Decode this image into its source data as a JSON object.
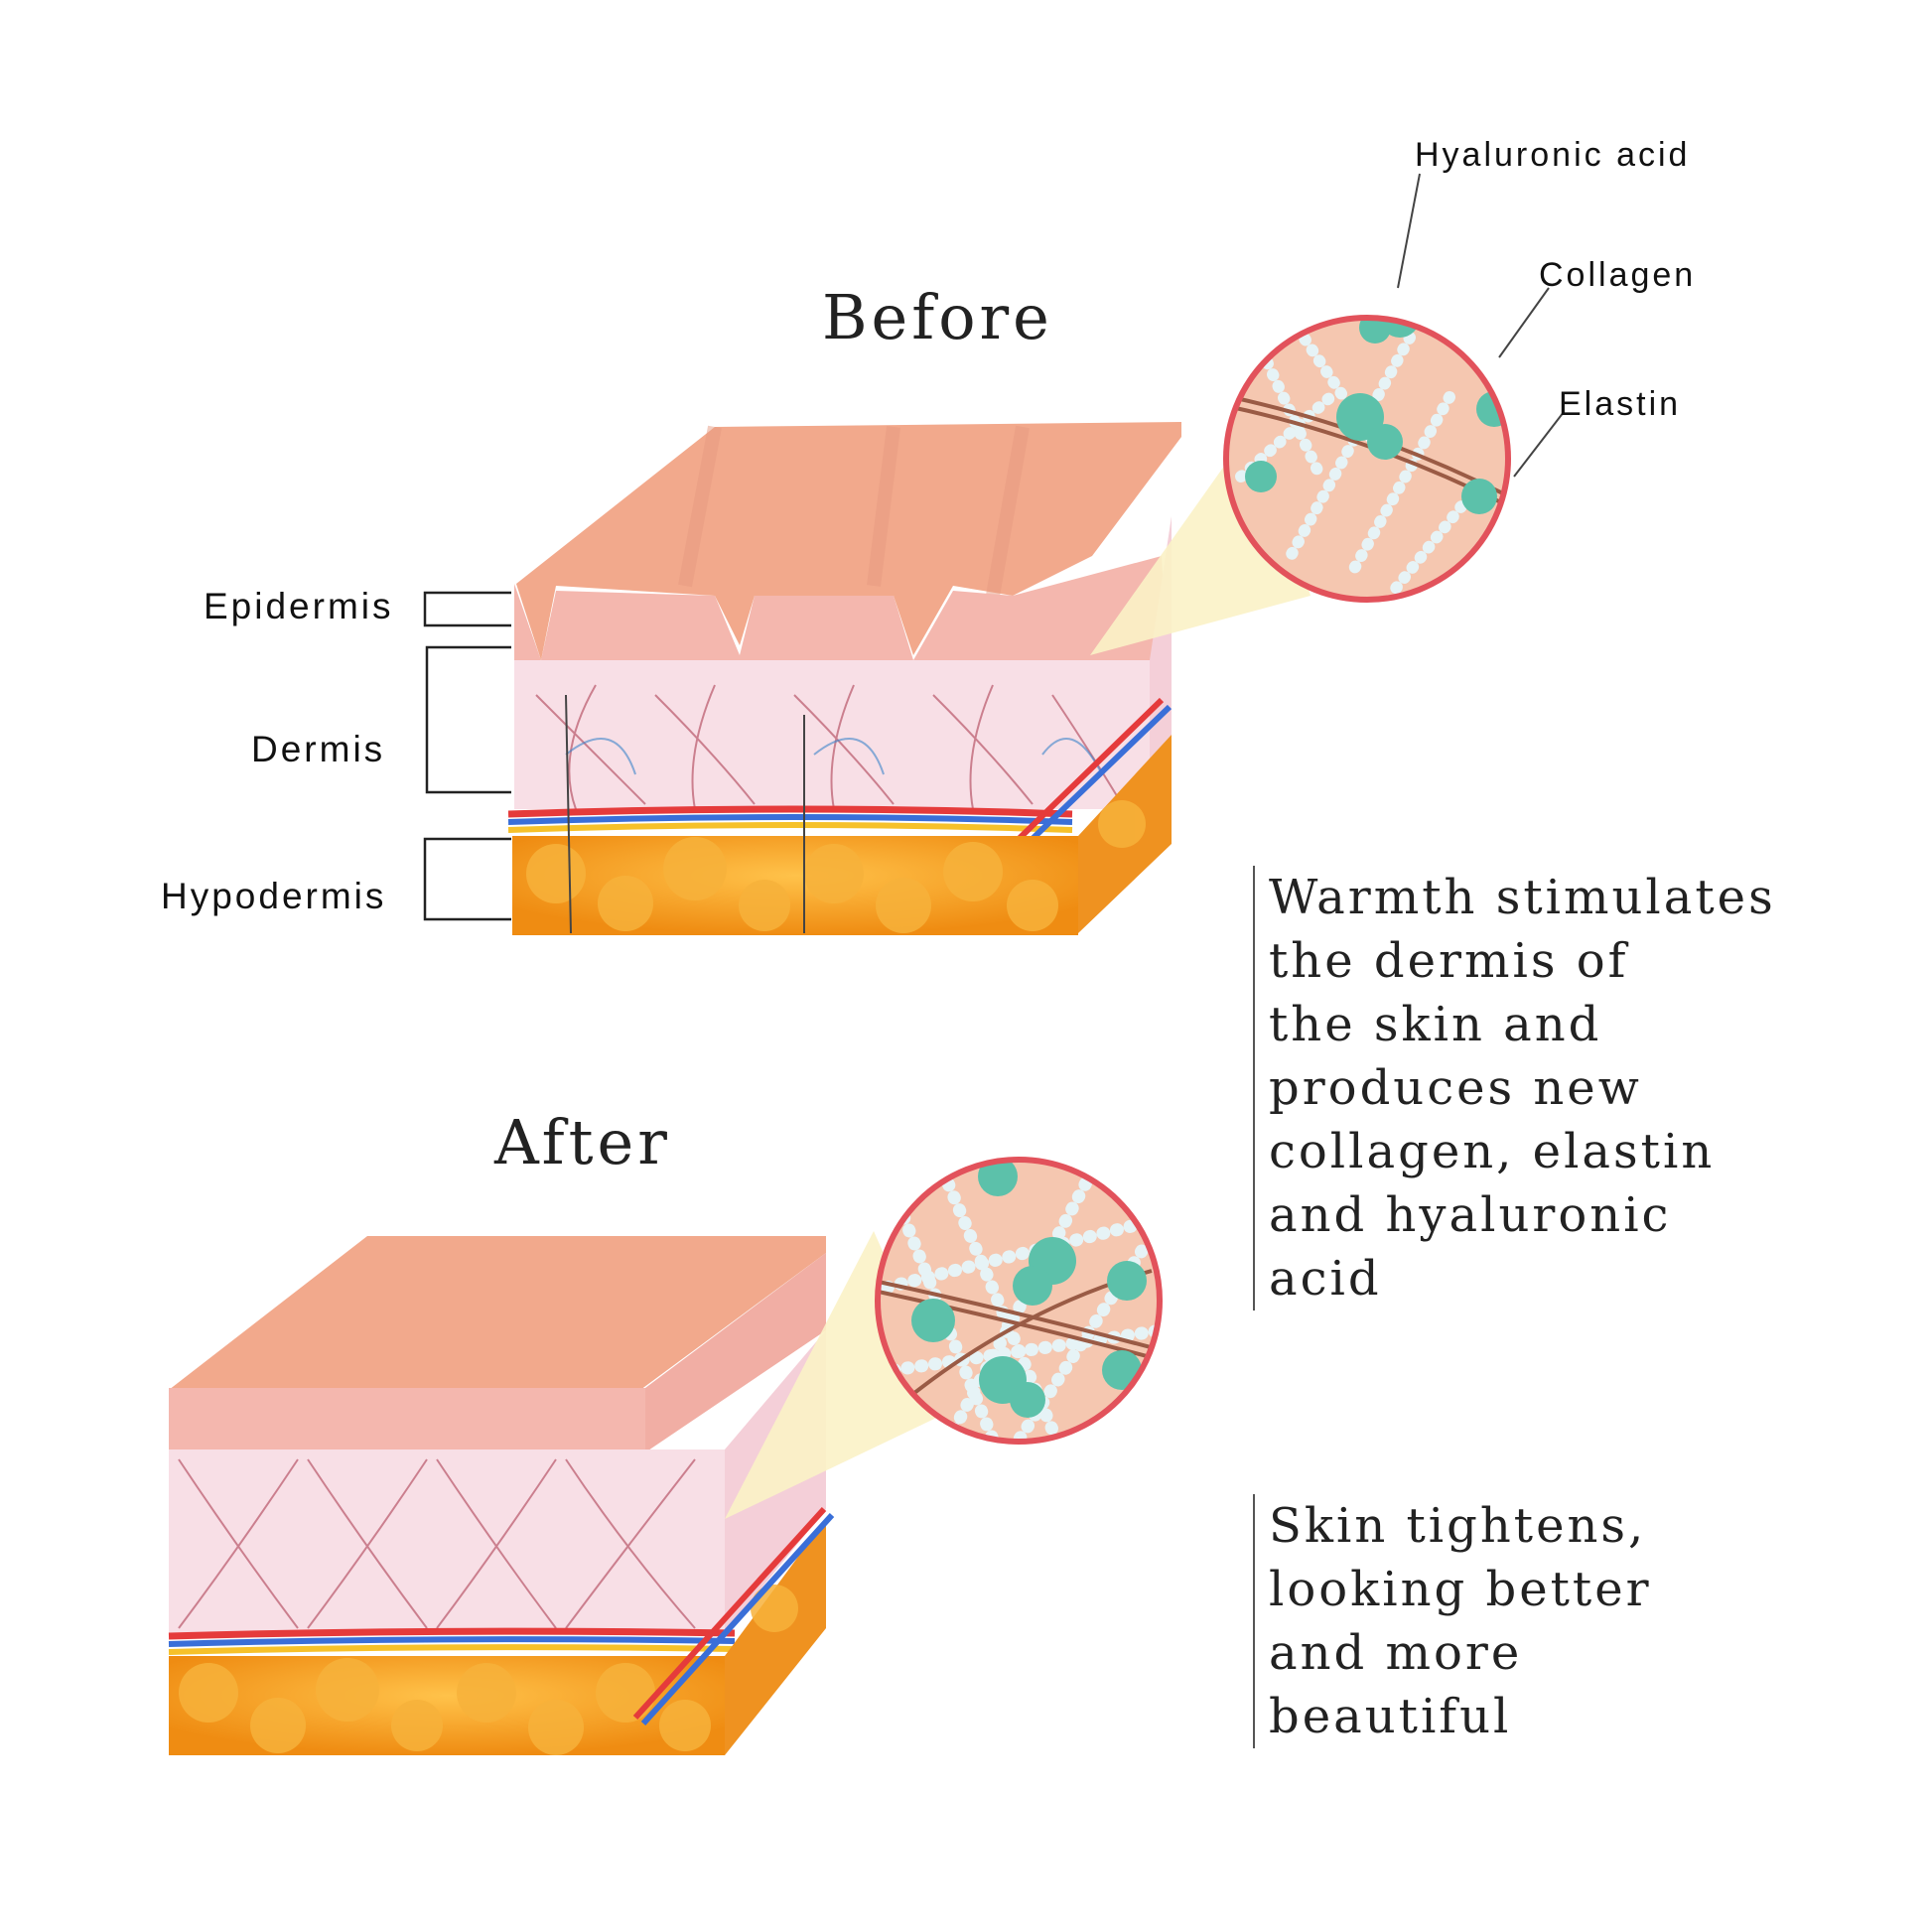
{
  "titles": {
    "before": "Before",
    "after": "After"
  },
  "layer_labels": {
    "epidermis": "Epidermis",
    "dermis": "Dermis",
    "hypodermis": "Hypodermis"
  },
  "component_labels": {
    "hyaluronic_acid": "Hyaluronic acid",
    "collagen": "Collagen",
    "elastin": "Elastin"
  },
  "captions": {
    "warmth": [
      "Warmth stimulates",
      "the dermis of",
      "the skin and",
      "produces new",
      "collagen, elastin",
      "and hyaluronic",
      "acid"
    ],
    "tightens": [
      "Skin tightens,",
      "looking better",
      "and more",
      "beautiful"
    ]
  },
  "colors": {
    "skin_top": "#f2a98c",
    "epidermis": "#f4b7ae",
    "dermis": "#f8dfe6",
    "fat": "#f39a1f",
    "fat_light": "#f7b23b",
    "vein_red": "#e53b3b",
    "vein_blue": "#3a6fd8",
    "circle_border": "#e2525b",
    "circle_fill": "#f5c7b0",
    "teal": "#5cc1aa",
    "cone": "#fbf2c7"
  }
}
